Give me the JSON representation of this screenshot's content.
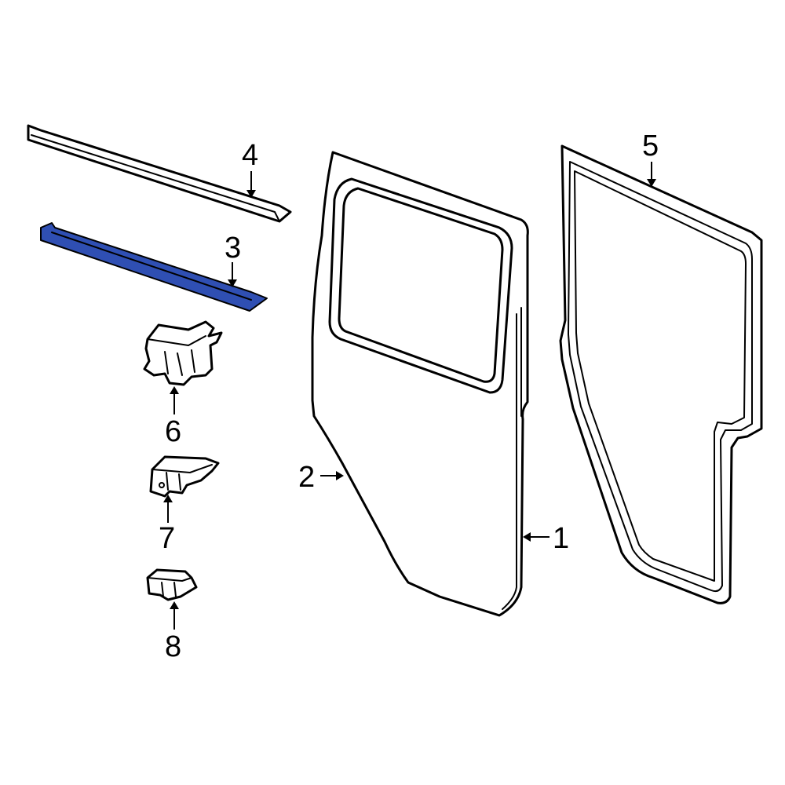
{
  "diagram": {
    "highlight_color": "#2f4fb3",
    "line_color": "#000000",
    "background_color": "#ffffff",
    "callouts": [
      {
        "label": "1",
        "part": "door-shell-outer-panel"
      },
      {
        "label": "2",
        "part": "door-shell-front"
      },
      {
        "label": "3",
        "part": "belt-weatherstrip-inner",
        "highlighted": true
      },
      {
        "label": "4",
        "part": "belt-weatherstrip-outer"
      },
      {
        "label": "5",
        "part": "door-weatherstrip-seal"
      },
      {
        "label": "6",
        "part": "hinge-bracket"
      },
      {
        "label": "7",
        "part": "check-bracket"
      },
      {
        "label": "8",
        "part": "latch-bracket"
      }
    ]
  }
}
